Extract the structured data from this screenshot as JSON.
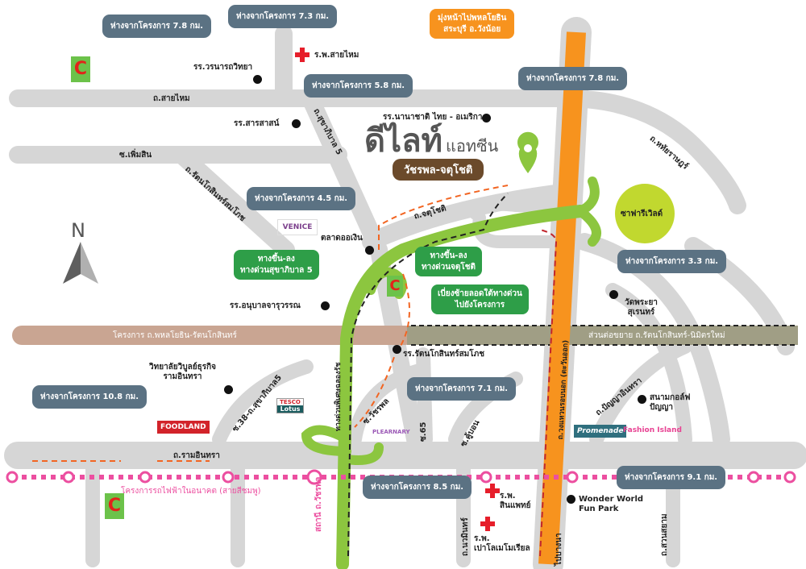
{
  "brand": {
    "name": "ดีไลท์",
    "suffix": "แอทซีน",
    "location": "วัชรพล-จตุโชติ"
  },
  "colors": {
    "callout": "#5b7283",
    "green": "#2e9e48",
    "orange": "#f7931e",
    "road": "#d6d6d6",
    "pink": "#ec4fa0"
  },
  "callouts": [
    "ห่างจากโครงการ 7.8 กม.",
    "ห่างจากโครงการ 7.3 กม.",
    "ห่างจากโครงการ 5.8 กม.",
    "ห่างจากโครงการ 7.8 กม.",
    "ห่างจากโครงการ 4.5 กม.",
    "ห่างจากโครงการ 3.3 กม.",
    "ห่างจากโครงการ 7.1 กม.",
    "ห่างจากโครงการ 10.8 กม.",
    "ห่างจากโครงการ 8.5 กม.",
    "ห่างจากโครงการ 9.1 กม."
  ],
  "orange_callout": {
    "line1": "มุ่งหน้าไปพหลโยธิน",
    "line2": "สระบุรี อ.วังน้อย"
  },
  "green_callouts": [
    {
      "line1": "ทางขึ้น-ลง",
      "line2": "ทางด่วนสุขาภิบาล 5"
    },
    {
      "line1": "ทางขึ้น-ลง",
      "line2": "ทางด่วนจตุโชติ"
    },
    {
      "line1": "เบี่ยงซ้ายลอดใต้ทางด่วน",
      "line2": "ไปยังโครงการ"
    }
  ],
  "roads": {
    "saimai": "ถ.สายไหม",
    "phoemsin": "ซ.เพิ่มสิน",
    "sukhapiban5": "ถ.สุขาภิบาล 5",
    "rattanakosin": "ถ.รัตนโกสินทร์สมโภช",
    "chatuchot": "ถ.จตุโชติ",
    "hathairat": "ถ.หทัยราษฎร์",
    "soi38": "ซ.38-ถ.สุขาภิบาล5",
    "watcharaphon": "ซ.วัชรพล",
    "soi65": "ซ.65",
    "khubon": "ซ.คู้บอน",
    "panya": "ถ.ปัญญาอินทรา",
    "ramintra": "ถ.รามอินทรา",
    "ringroad": "ถ.วงแหวนรอบนอก (ตะวันออก)",
    "expressway": "ทางด่วนพิเศษฉลองรัช",
    "nawamin": "ถ.นวมินทร์",
    "bangna": "ไปบางนา",
    "suansiam": "ถ.สวนสยาม"
  },
  "band": {
    "left": "โครงการ ถ.พหลโยธิน-รัตนโกสินทร์",
    "right": "ส่วนต่อขยาย ถ.รัตนโกสินทร์-นิมิตรใหม่"
  },
  "rail": {
    "label": "โครงการรถไฟฟ้าในอนาคต (สายสีชมพู)",
    "station": "สถานี ถ.วัชรพล"
  },
  "places": {
    "saimai_hosp": "ร.พ.สายไหม",
    "woranart": "รร.วรนารถวิทยา",
    "sarasas": "รร.สารสาสน์",
    "nanachat": "รร.นานาชาติ ไทย - อเมริกา",
    "talad": "ตลาดออเงิน",
    "safari": "ซาฟารีเวิลด์",
    "anuban": "รร.อนุบาลจารุวรรณ",
    "rattana_school": "รร.รัตนโกสินทร์สมโภช",
    "wat1": "วัดพระยา",
    "wat2": "สุเรนทร์",
    "college1": "วิทยาลัยวิบูลย์ธุรกิจ",
    "college2": "รามอินทรา",
    "golf1": "สนามกอล์ฟ",
    "golf2": "ปัญญา",
    "sinphaet1": "ร.พ.",
    "sinphaet2": "สินแพทย์",
    "paolo1": "ร.พ.",
    "paolo2": "เปาโลเมโมเรียล",
    "wonder1": "Wonder World",
    "wonder2": "Fun Park"
  },
  "logos": {
    "bigc": "C",
    "venice": "VENICE",
    "tesco": "TESCO",
    "lotus": "Lotus",
    "foodland": "FOODLAND",
    "plearnary": "PLEARNARY",
    "promenade": "Promenade",
    "fashion": "Fashion Island"
  },
  "compass": "N"
}
